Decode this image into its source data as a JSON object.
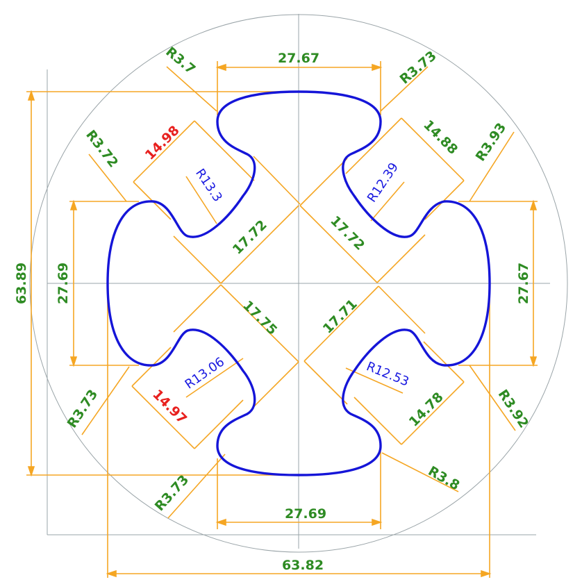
{
  "colors": {
    "profile": "#1515d8",
    "dimension": "#f5a623",
    "construction": "#9aa4a8",
    "label_green": "#2e8b23",
    "label_red": "#e8201e",
    "label_blue": "#1a1ae0"
  },
  "dimensions": {
    "top_width": "27.67",
    "bottom_width": "27.69",
    "overall_width": "63.82",
    "overall_height": "63.89",
    "left_height": "27.69",
    "right_height": "27.67",
    "diag_upper_left_outer": "14.98",
    "diag_upper_left_inner": "17.72",
    "diag_upper_right_outer": "14.88",
    "diag_upper_right_inner": "17.72",
    "diag_lower_left_inner": "17.75",
    "diag_lower_left_outer": "14.97",
    "diag_lower_right_inner": "17.71",
    "diag_lower_right_outer": "14.78"
  },
  "radii": {
    "top_left": "R3.7",
    "top_right": "R3.73",
    "left_upper": "R3.72",
    "right_upper": "R3.93",
    "left_lower": "R3.73",
    "right_lower": "R3.92",
    "bottom_left": "R3.73",
    "bottom_right": "R3.8",
    "pocket_upper_left": "R13.3",
    "pocket_upper_right": "R12.39",
    "pocket_lower_left": "R13.06",
    "pocket_lower_right": "R12.53"
  }
}
